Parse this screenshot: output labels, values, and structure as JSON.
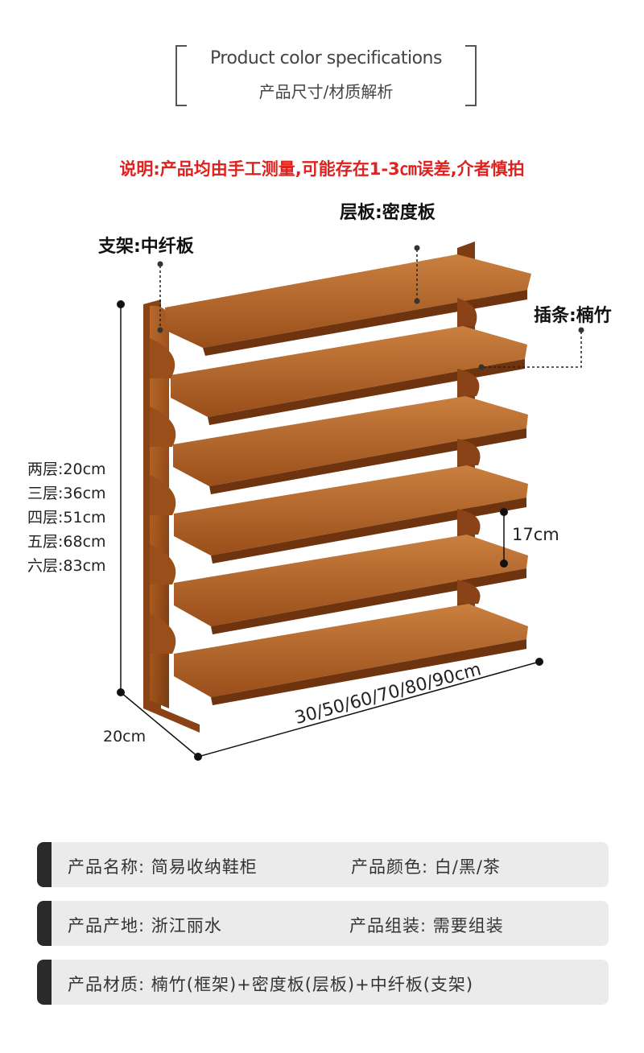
{
  "header": {
    "title": "Product color specifications",
    "subtitle": "产品尺寸/材质解析"
  },
  "notice": "说明:产品均由手工测量,可能存在1-3㎝误差,介者慎拍",
  "callouts": {
    "shelf_board": "层板:密度板",
    "bracket": "支架:中纤板",
    "strip": "插条:楠竹"
  },
  "dimensions": {
    "layer_heights": [
      "两层:20cm",
      "三层:36cm",
      "四层:51cm",
      "五层:68cm",
      "六层:83cm"
    ],
    "depth": "20cm",
    "widths": "30/50/60/70/80/90cm",
    "shelf_gap": "17cm"
  },
  "specs": {
    "name": "产品名称: 简易收纳鞋柜",
    "color": "产品颜色: 白/黑/茶",
    "origin": "产品产地: 浙江丽水",
    "assembly": "产品组装: 需要组装",
    "material": "产品材质: 楠竹(框架)+密度板(层板)+中纤板(支架)"
  },
  "colors": {
    "notice": "#e0221f",
    "wood": "#a0541c",
    "wood_dark": "#6e3410",
    "spec_bg": "#ebebeb",
    "spec_accent": "#2a2a2a"
  }
}
